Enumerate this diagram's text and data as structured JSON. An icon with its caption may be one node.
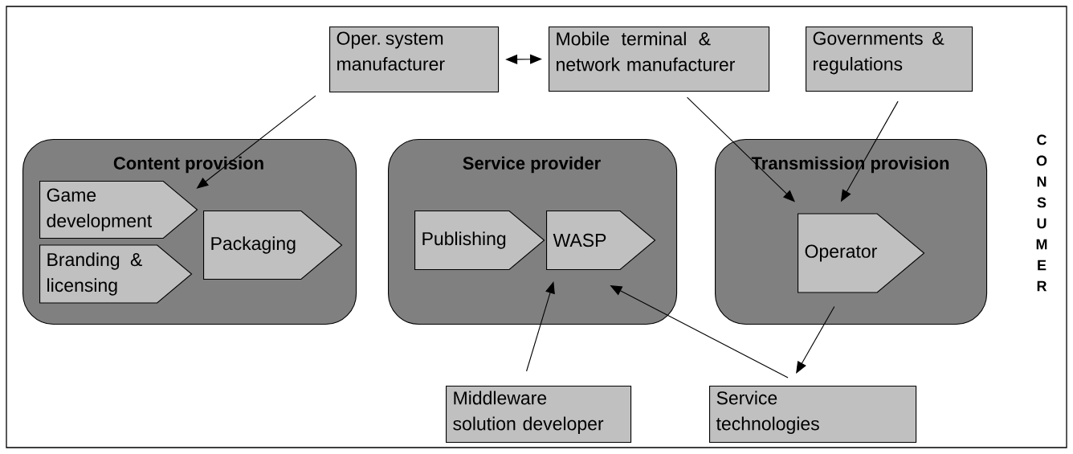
{
  "diagram": {
    "nodes": [
      {
        "text": [
          "Oper. system manufacturer"
        ]
      },
      {
        "text": [
          "Mobile terminal & network manufacturer"
        ]
      },
      {
        "text": [
          "Governments & regulations"
        ]
      },
      {
        "text": [
          "Content provision"
        ]
      },
      {
        "text": [
          "Game development"
        ],
        "in": 3
      },
      {
        "text": [
          "Branding & licensing"
        ],
        "in": 3
      },
      {
        "text": [
          "Packaging"
        ],
        "in": 3
      },
      {
        "text": [
          "Service provider"
        ]
      },
      {
        "text": [
          "Publishing"
        ],
        "in": 7
      },
      {
        "text": [
          "WASP"
        ],
        "in": 7
      },
      {
        "text": [
          "Transmission provision"
        ]
      },
      {
        "text": [
          "Operator"
        ],
        "in": 10
      },
      {
        "text": [
          "Middleware solution developer"
        ]
      },
      {
        "text": [
          "Service technologies"
        ]
      }
    ],
    "edges": [
      {
        "from": 0,
        "to": 1,
        "arrow": "both"
      },
      {
        "from": 0,
        "to": 4,
        "arrow": "to"
      },
      {
        "from": 1,
        "to": 11,
        "arrow": "to"
      },
      {
        "from": 2,
        "to": 11,
        "arrow": "to"
      },
      {
        "from": 12,
        "to": 9,
        "arrow": "to"
      },
      {
        "from": 13,
        "to": 9,
        "arrow": "to"
      },
      {
        "from": 11,
        "to": 13,
        "arrow": "to"
      }
    ],
    "labels": [
      "C",
      "O",
      "N",
      "S",
      "U",
      "M",
      "E",
      "R"
    ]
  }
}
